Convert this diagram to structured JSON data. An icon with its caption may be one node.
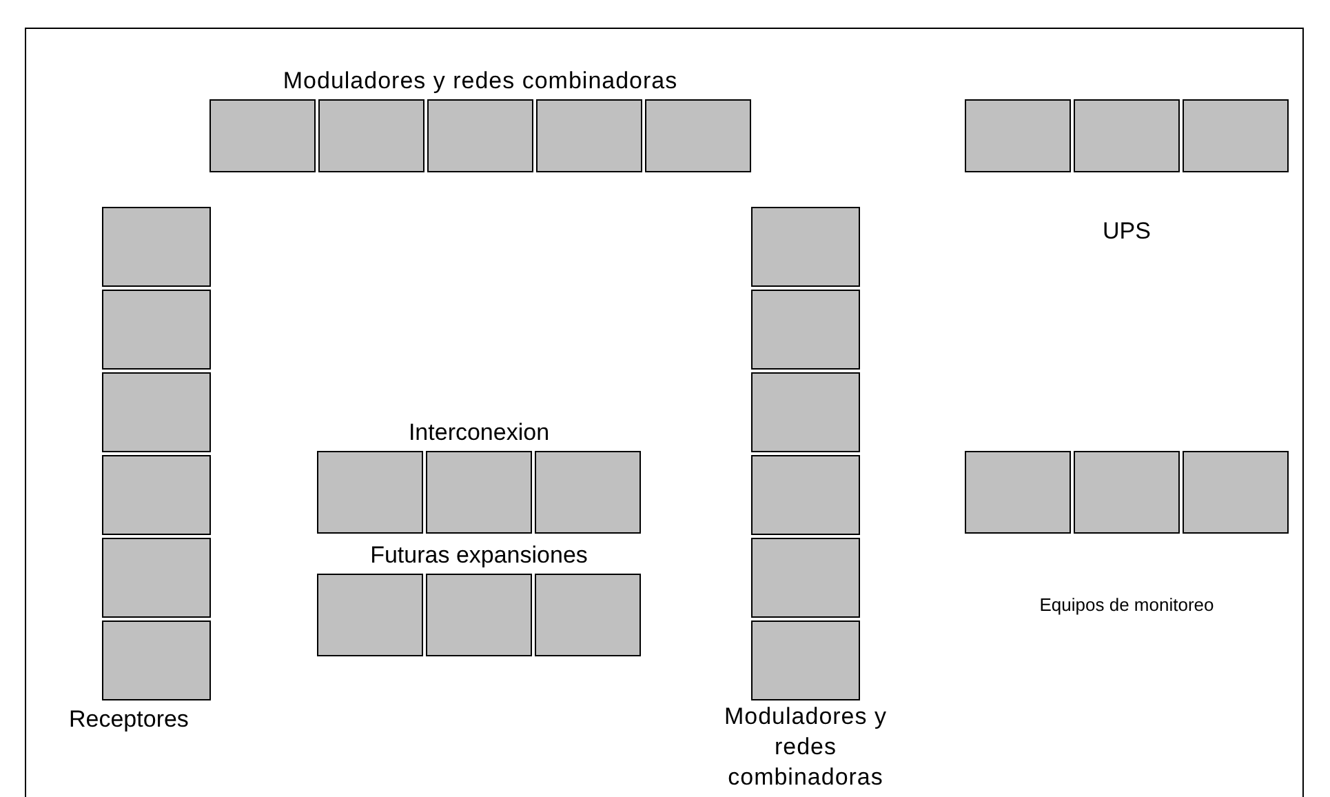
{
  "diagram": {
    "nodes": [
      {
        "text": [
          "Moduladores y redes combinadoras"
        ]
      },
      {
        "text": [],
        "shape": "box",
        "in": 0
      },
      {
        "text": [],
        "shape": "box",
        "in": 0
      },
      {
        "text": [],
        "shape": "box",
        "in": 0
      },
      {
        "text": [],
        "shape": "box",
        "in": 0
      },
      {
        "text": [],
        "shape": "box",
        "in": 0
      },
      {
        "text": [
          "UPS"
        ]
      },
      {
        "text": [],
        "shape": "box",
        "in": 6
      },
      {
        "text": [],
        "shape": "box",
        "in": 6
      },
      {
        "text": [],
        "shape": "box",
        "in": 6
      },
      {
        "text": [
          "Receptores"
        ]
      },
      {
        "text": [],
        "shape": "box",
        "in": 10
      },
      {
        "text": [],
        "shape": "box",
        "in": 10
      },
      {
        "text": [],
        "shape": "box",
        "in": 10
      },
      {
        "text": [],
        "shape": "box",
        "in": 10
      },
      {
        "text": [],
        "shape": "box",
        "in": 10
      },
      {
        "text": [],
        "shape": "box",
        "in": 10
      },
      {
        "text": [
          "Interconexion"
        ]
      },
      {
        "text": [],
        "shape": "box",
        "in": 17
      },
      {
        "text": [],
        "shape": "box",
        "in": 17
      },
      {
        "text": [],
        "shape": "box",
        "in": 17
      },
      {
        "text": [
          "Futuras expansiones"
        ]
      },
      {
        "text": [],
        "shape": "box",
        "in": 21
      },
      {
        "text": [],
        "shape": "box",
        "in": 21
      },
      {
        "text": [],
        "shape": "box",
        "in": 21
      },
      {
        "text": [
          "Moduladores y redes combinadoras"
        ]
      },
      {
        "text": [],
        "shape": "box",
        "in": 25
      },
      {
        "text": [],
        "shape": "box",
        "in": 25
      },
      {
        "text": [],
        "shape": "box",
        "in": 25
      },
      {
        "text": [],
        "shape": "box",
        "in": 25
      },
      {
        "text": [],
        "shape": "box",
        "in": 25
      },
      {
        "text": [],
        "shape": "box",
        "in": 25
      },
      {
        "text": [
          "Equipos de monitoreo"
        ]
      },
      {
        "text": [],
        "shape": "box",
        "in": 32
      },
      {
        "text": [],
        "shape": "box",
        "in": 32
      },
      {
        "text": [],
        "shape": "box",
        "in": 32
      }
    ]
  }
}
